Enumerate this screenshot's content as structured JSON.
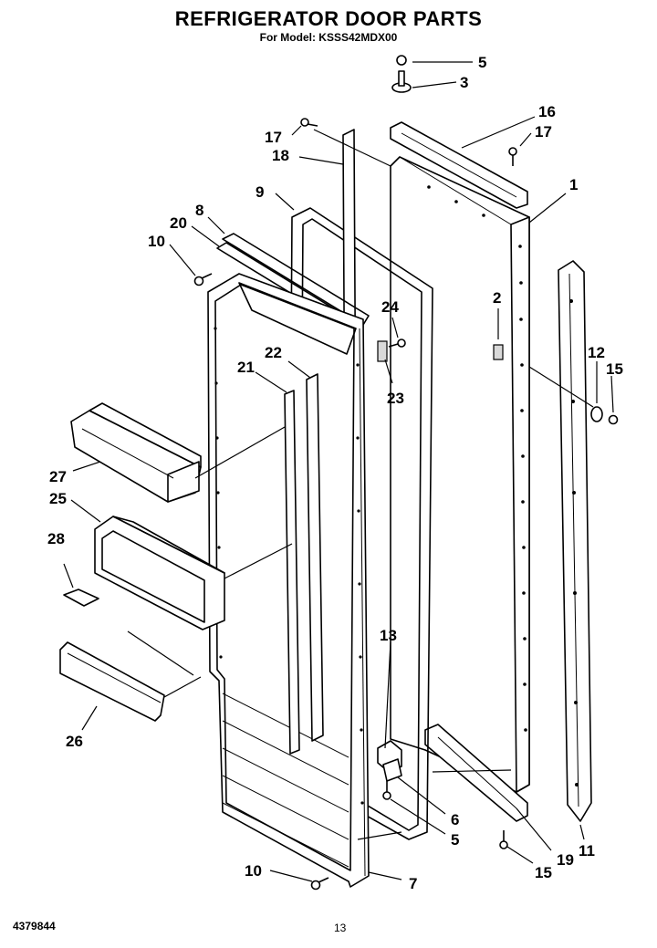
{
  "header": {
    "title": "REFRIGERATOR DOOR PARTS",
    "model": "For Model: KSSS42MDX00"
  },
  "footer": {
    "doc_number": "4379844",
    "page_number": "13"
  },
  "callouts": {
    "c1": "1",
    "c2": "2",
    "c3": "3",
    "c5a": "5",
    "c5b": "5",
    "c6": "6",
    "c7": "7",
    "c8": "8",
    "c9": "9",
    "c10a": "10",
    "c10b": "10",
    "c11": "11",
    "c12": "12",
    "c13": "13",
    "c15a": "15",
    "c15b": "15",
    "c16": "16",
    "c17a": "17",
    "c17b": "17",
    "c18": "18",
    "c19": "19",
    "c20": "20",
    "c21": "21",
    "c22": "22",
    "c23": "23",
    "c24": "24",
    "c25": "25",
    "c26": "26",
    "c27": "27",
    "c28": "28"
  }
}
